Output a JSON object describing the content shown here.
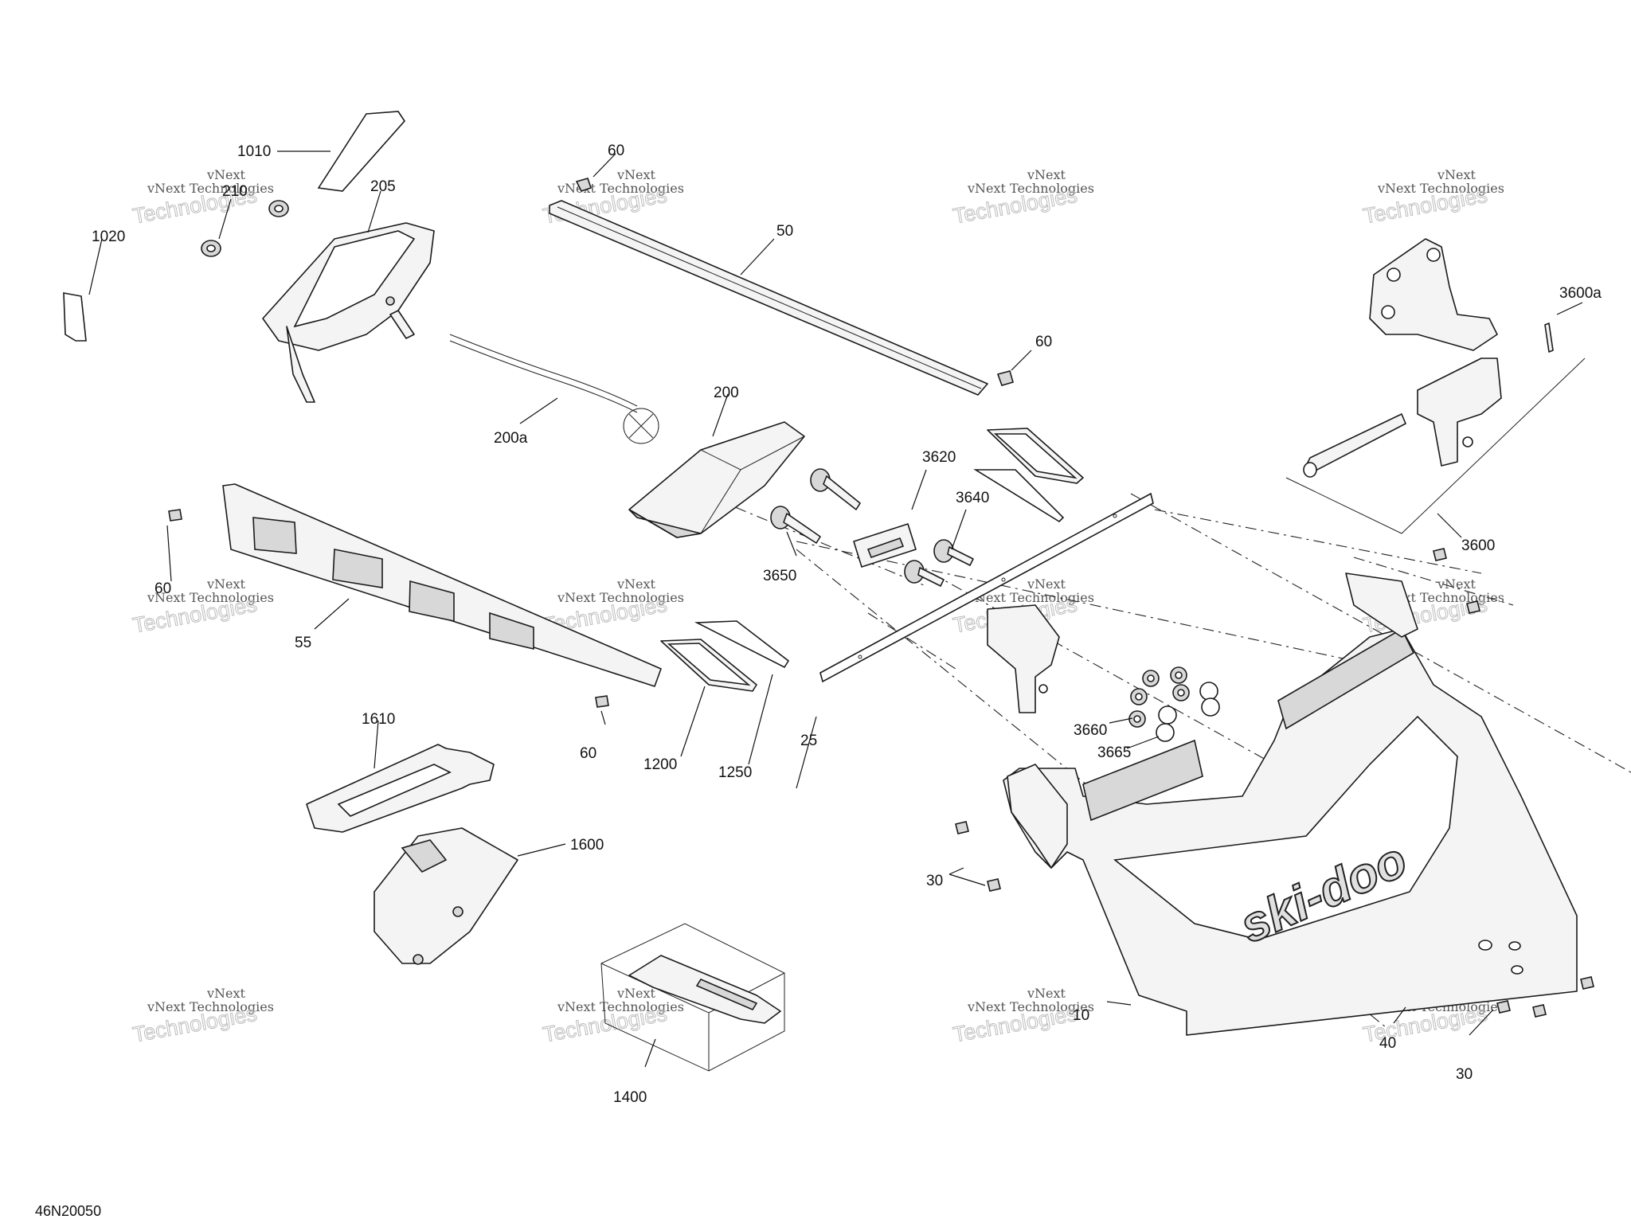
{
  "drawing_code": "46N20050",
  "watermark": {
    "line1": "vNext",
    "line2": "vNext Technologies",
    "line3": "Technologies"
  },
  "callouts": {
    "c1010": "1010",
    "c1020": "1020",
    "c210": "210",
    "c205": "205",
    "c60a": "60",
    "c50": "50",
    "c60b": "60",
    "c200": "200",
    "c200a": "200a",
    "c60c": "60",
    "c55": "55",
    "c60d": "60",
    "c1200": "1200",
    "c1250": "1250",
    "c25": "25",
    "c3620": "3620",
    "c3640": "3640",
    "c3650": "3650",
    "c3660": "3660",
    "c3665": "3665",
    "c3600a": "3600a",
    "c3600": "3600",
    "c1610": "1610",
    "c1600": "1600",
    "c1400": "1400",
    "c30a": "30",
    "c10": "10",
    "c40": "40",
    "c30b": "30"
  },
  "logo_text": "ski-doo"
}
